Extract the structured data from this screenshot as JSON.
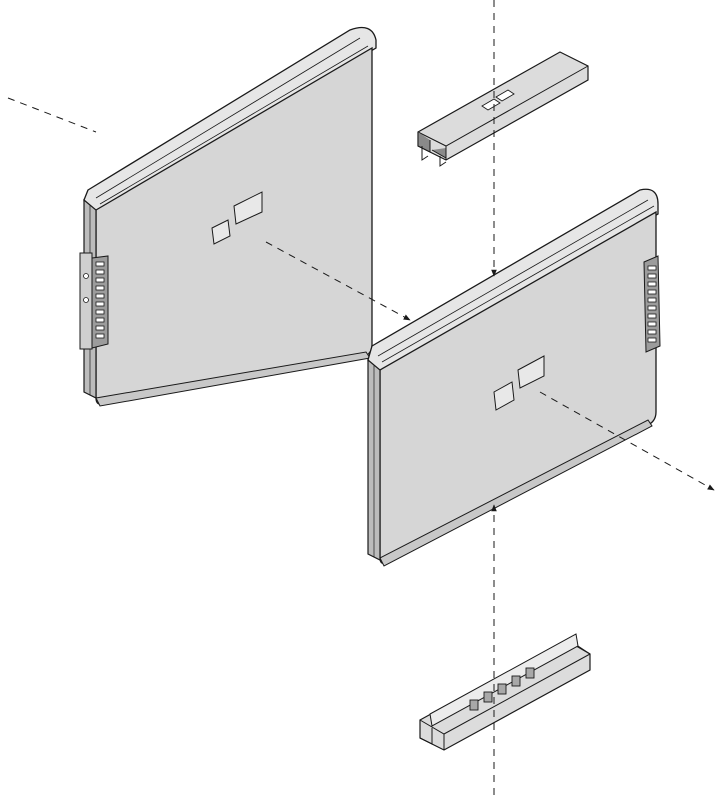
{
  "diagram": {
    "kind": "exploded-assembly",
    "text_labels": [],
    "colors": {
      "background": "#ffffff",
      "panel_face": "#d6d6d6",
      "panel_rim": "#e6e6e6",
      "panel_edge": "#9e9e9e",
      "outline": "#1a1a1a",
      "connector_face": "#dcdcdc",
      "connector_dark": "#8a8a8a",
      "axis_line": "#1a1a1a"
    },
    "parts": [
      {
        "id": "left-panel",
        "description_icon": "flat-panel-icon"
      },
      {
        "id": "top-connector",
        "description_icon": "channel-connector-icon"
      },
      {
        "id": "right-panel",
        "description_icon": "flat-panel-icon"
      },
      {
        "id": "bottom-connector",
        "description_icon": "channel-connector-icon"
      }
    ],
    "axes": [
      {
        "id": "horizontal-assembly-axis",
        "style": "dashed"
      },
      {
        "id": "vertical-assembly-axis",
        "style": "dashed"
      }
    ]
  }
}
